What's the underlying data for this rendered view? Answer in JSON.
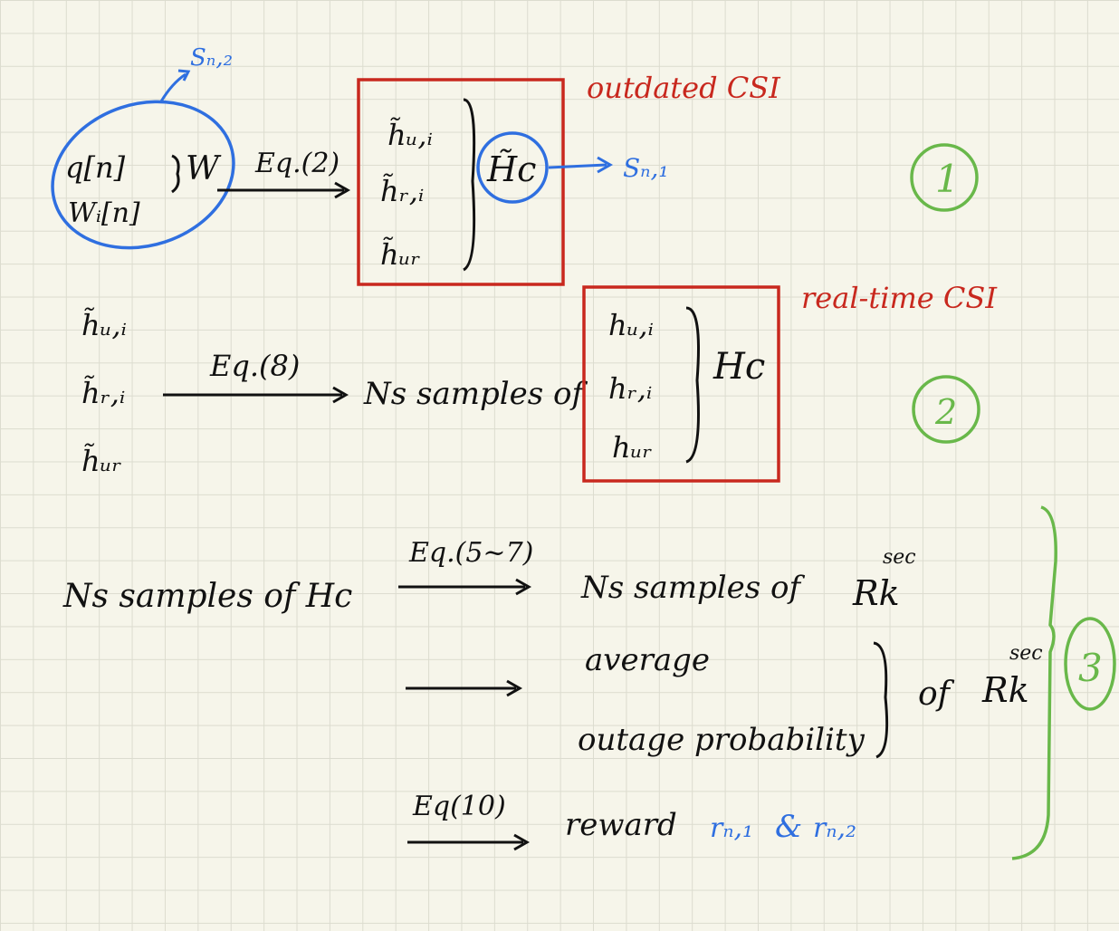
{
  "colors": {
    "ink": "#111111",
    "blue": "#2f6fe0",
    "red": "#c8281e",
    "green": "#69b84a",
    "paper": "#f6f5ea",
    "grid": "#dcdccf"
  },
  "block1": {
    "q": "q[n]",
    "w_i": "Wᵢ[n]",
    "W": "W",
    "eq": "Eq.(2)",
    "s_n2": "Sₙ,₂",
    "h_ui": "h̃ᵤ,ᵢ",
    "h_ri": "h̃ᵣ,ᵢ",
    "h_ur": "h̃ᵤᵣ",
    "Hc": "H̃c",
    "s_n1": "Sₙ,₁",
    "note": "outdated CSI",
    "step": "1"
  },
  "block2": {
    "h_ui": "h̃ᵤ,ᵢ",
    "h_ri": "h̃ᵣ,ᵢ",
    "h_ur": "h̃ᵤᵣ",
    "eq": "Eq.(8)",
    "samples": "Ns samples of",
    "r_ui": "hᵤ,ᵢ",
    "r_ri": "hᵣ,ᵢ",
    "r_ur": "hᵤᵣ",
    "Hc": "Hc",
    "note": "real-time CSI",
    "step": "2"
  },
  "block3": {
    "lhs": "Ns samples of Hc",
    "eq1": "Eq.(5~7)",
    "rhs1": "Ns samples of",
    "rhs1_sym": "Rk",
    "sup": "sec",
    "average": "average",
    "outage": "outage probability",
    "of": "of",
    "rhs2_sym": "Rk",
    "eq2": "Eq(10)",
    "reward": "reward",
    "r1": "rₙ,₁",
    "amp": "&",
    "r2": "rₙ,₂",
    "step": "3"
  }
}
